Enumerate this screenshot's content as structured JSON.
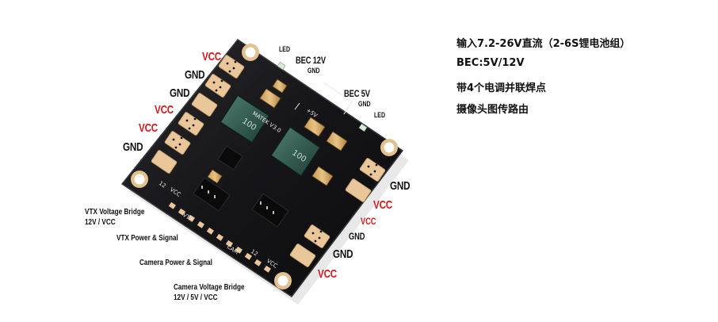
{
  "pad_labels": {
    "left_vcc_top": "VCC",
    "left_gnd_1": "GND",
    "left_gnd_2": "GND",
    "left_vcc_2": "VCC",
    "left_vcc_3": "VCC",
    "left_gnd_3": "GND",
    "right_gnd_1": "GND",
    "right_vcc_1": "VCC",
    "right_vcc_2": "VCC",
    "right_gnd_2": "GND",
    "right_gnd_3": "GND",
    "right_vcc_3": "VCC"
  },
  "board_labels": {
    "led_top": "LED",
    "bec12": "BEC 12V",
    "bec12_gnd": "GND",
    "bec5": "BEC 5V",
    "bec5_gnd": "GND",
    "led_right": "LED"
  },
  "callouts": {
    "vtx_bridge_line1": "VTX Voltage Bridge",
    "vtx_bridge_line2": "12V / VCC",
    "vtx_power": "VTX Power & Signal",
    "camera_power": "Camera Power & Signal",
    "camera_bridge_line1": "Camera Voltage Bridge",
    "camera_bridge_line2": "12V / 5V / VCC"
  },
  "specs": [
    "输入7.2-26V直流（2-6S锂电池组）",
    "BEC:5V/12V",
    "带4个电调并联焊点",
    "摄像头图传路由"
  ],
  "silkscreen": {
    "inductor_1": "100",
    "inductor_2": "100",
    "brand": "MATEK V3.0",
    "vtx": "VTX",
    "cam": "CAM",
    "v12": "12",
    "vcc": "VCC",
    "plus5v": "+5V"
  },
  "colors": {
    "pcb": "#17171a",
    "pad": "#e9c79a",
    "red_label": "#d8161b",
    "inductor": "#2c5147"
  }
}
